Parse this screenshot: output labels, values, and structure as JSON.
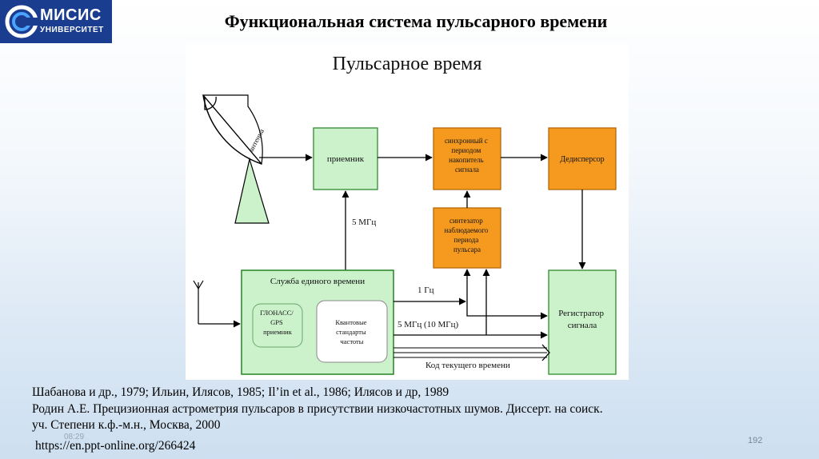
{
  "header": {
    "logo": {
      "main": "МИСИС",
      "sub": "УНИВЕРСИТЕТ"
    },
    "title": "Функциональная система пульсарного времени"
  },
  "diagram": {
    "heading": "Пульсарное время",
    "antenna_label": "антенна",
    "receiver": "приемник",
    "accumulator": [
      "синхронный с",
      "периодом",
      "накопитель",
      "сигнала"
    ],
    "dedispersor": "Дедисперсор",
    "synthesizer": [
      "синтезатор",
      "наблюдаемого",
      "периода",
      "пульсара"
    ],
    "time_service": "Служба единого времени",
    "glonass": [
      "ГЛОНАСС/",
      "GPS",
      "приемник"
    ],
    "quantum": [
      "Квантовые",
      "стандарты",
      "частоты"
    ],
    "recorder": [
      "Регистратор",
      "сигнала"
    ],
    "label_5mhz": "5 МГц",
    "label_1hz": "1 Гц",
    "label_5mhz_10": "5 МГц (10 МГц)",
    "label_time_code": "Код текущего времени",
    "colors": {
      "green": "#ccf2cc",
      "green_border": "#2f8a2f",
      "orange": "#f59a1e",
      "orange_border": "#b56a08"
    }
  },
  "references": {
    "line1": "Шабанова и др., 1979; Ильин, Илясов, 1985; Il’in et al., 1986; Илясов и др, 1989",
    "line2": "Родин А.Е. Прецизионная астрометрия пульсаров в присутствии низкочастотных шумов. Диссерт. на соиск.",
    "line3": "уч. Степени к.ф.-м.н.,  Москва, 2000",
    "url": "https://en.ppt-online.org/266424"
  },
  "footer": {
    "time": "08:29",
    "page": "192"
  }
}
